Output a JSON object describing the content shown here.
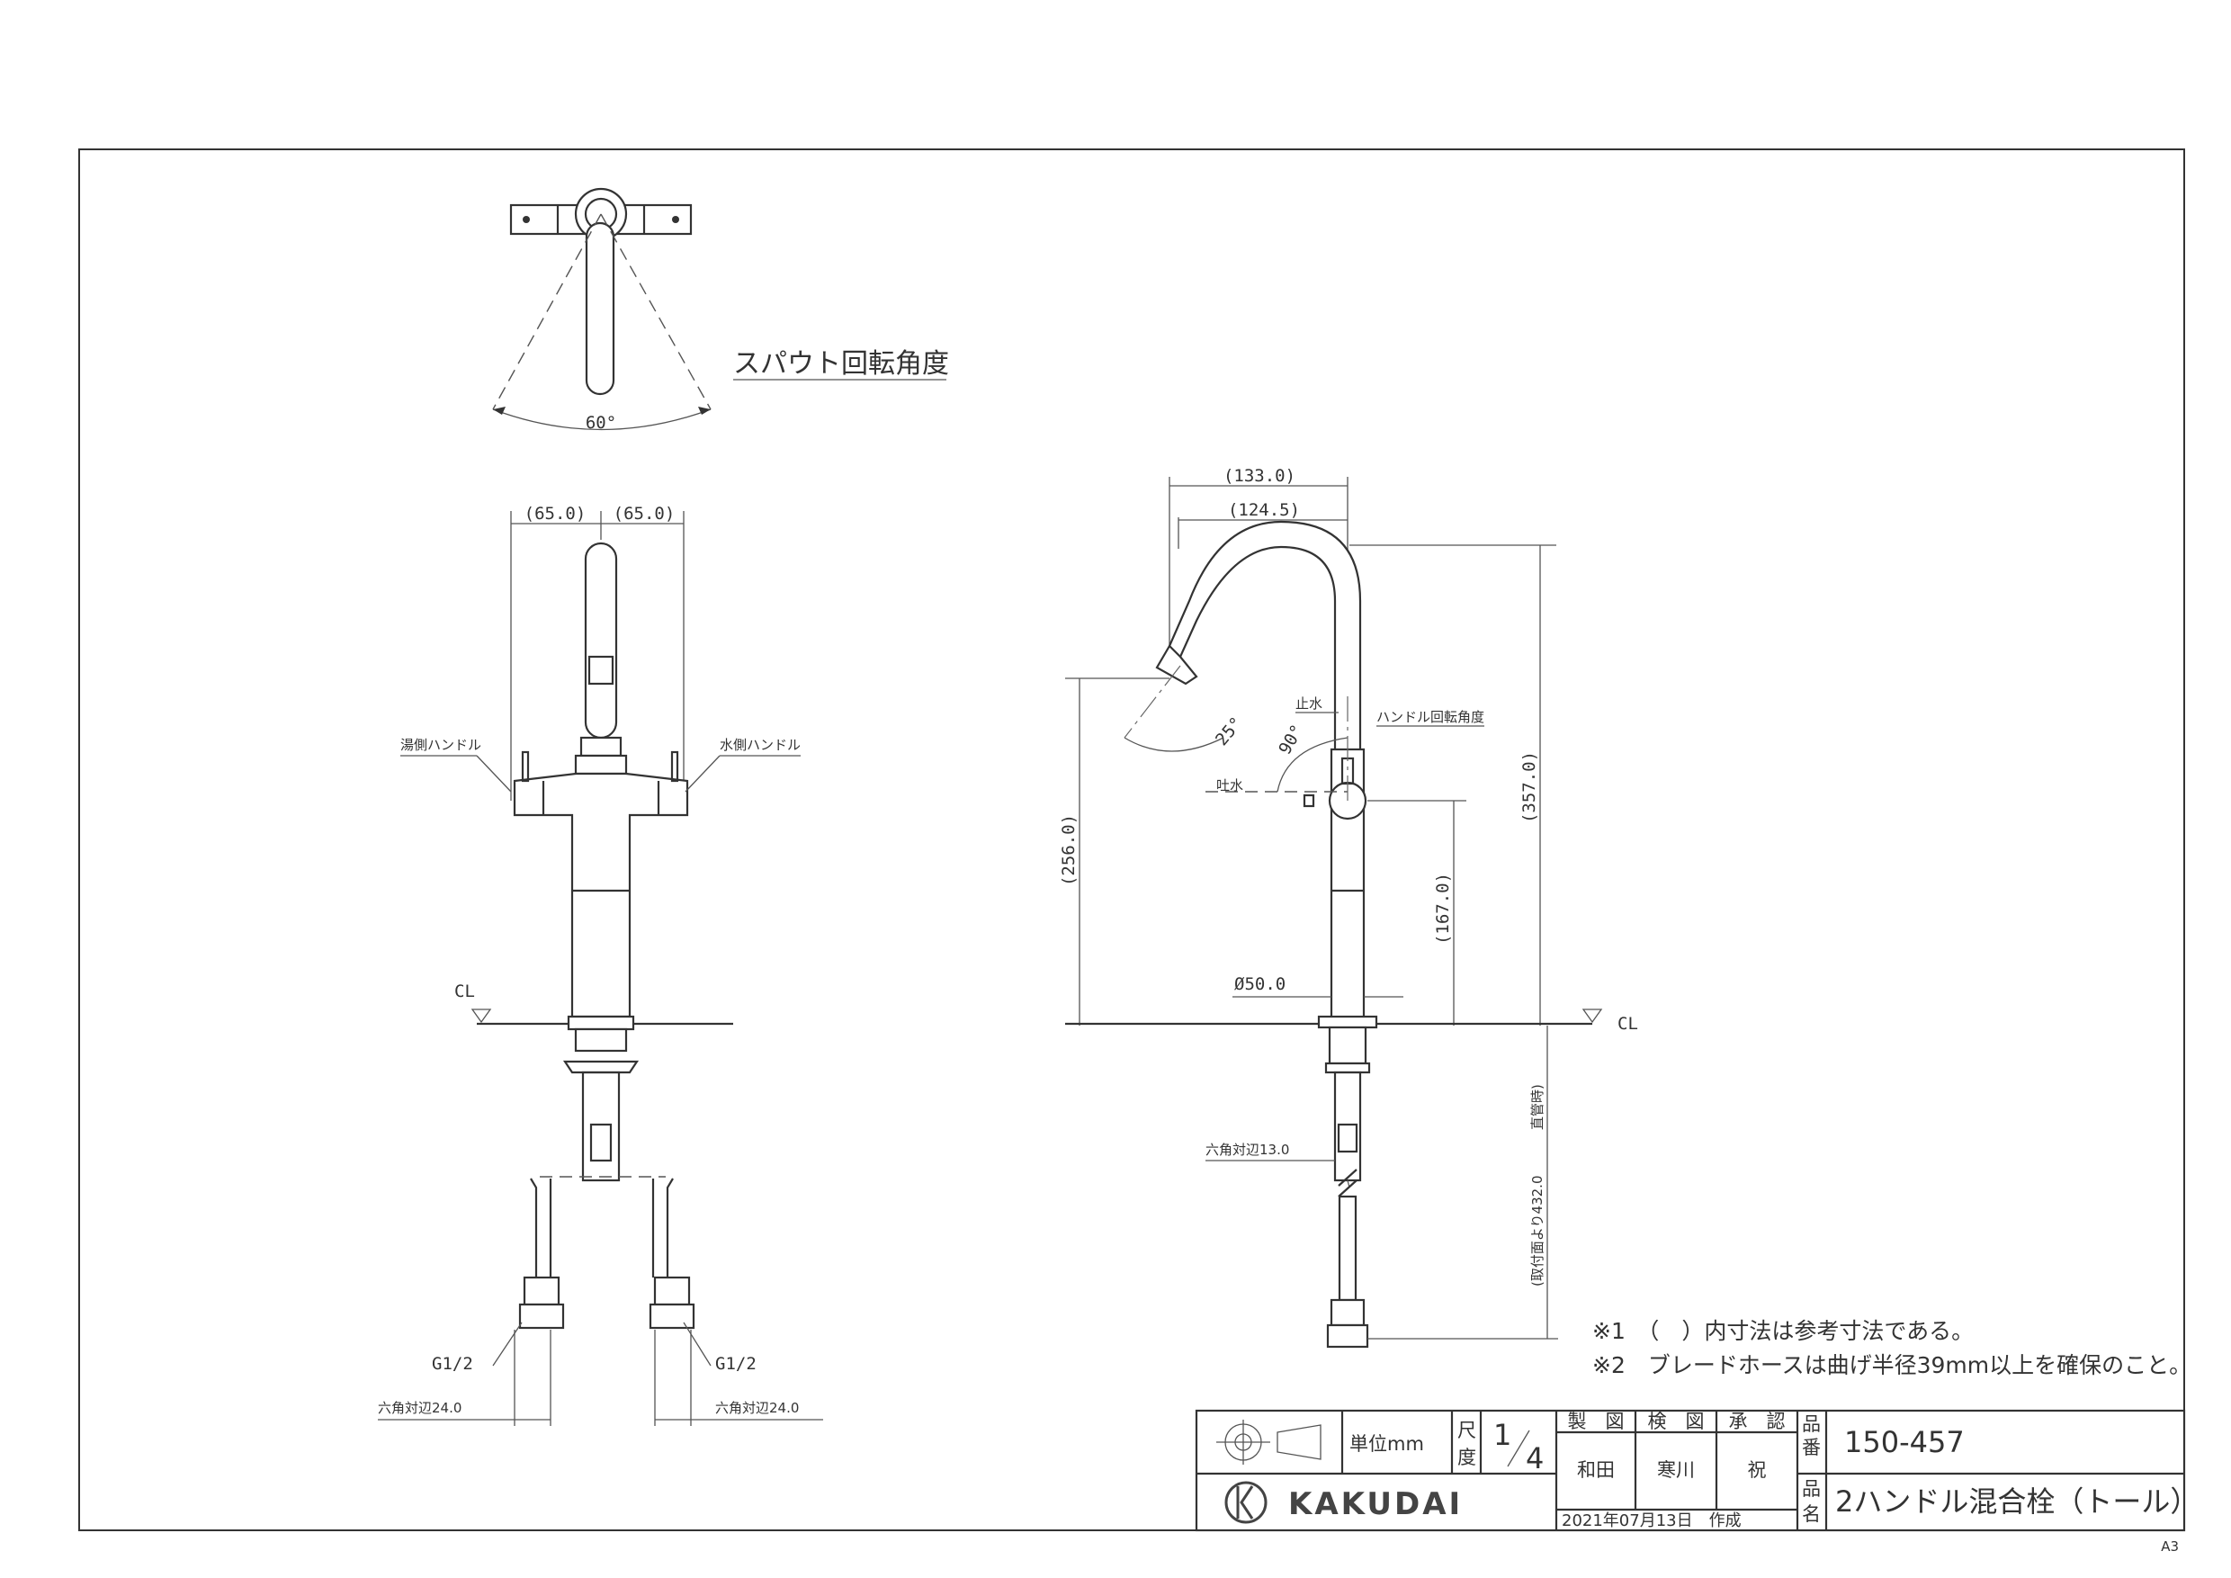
{
  "rotation_view": {
    "title": "スパウト回転角度",
    "angle": "60°"
  },
  "front_view": {
    "dim_left": "(65.0)",
    "dim_right": "(65.0)",
    "hot_handle": "湯側ハンドル",
    "cold_handle": "水側ハンドル",
    "cl": "CL",
    "thread_left": "G1/2",
    "thread_right": "G1/2",
    "hex_left": "六角対辺24.0",
    "hex_right": "六角対辺24.0"
  },
  "side_view": {
    "dim_133": "(133.0)",
    "dim_124": "(124.5)",
    "dim_256": "(256.0)",
    "dim_357": "(357.0)",
    "dim_167": "(167.0)",
    "dim_50": "Ø50.0",
    "angle_25": "25°",
    "angle_90": "90°",
    "stop_water": "止水",
    "discharge": "吐水",
    "handle_angle": "ハンドル回転角度",
    "cl": "CL",
    "hex_13": "六角対辺13.0",
    "hose_dim_a": "(取付面より432.0",
    "hose_dim_b": "直管時)"
  },
  "notes": [
    "※1　（　）内寸法は参考寸法である。",
    "※2　ブレードホースは曲げ半径39mm以上を確保のこと。"
  ],
  "title_block": {
    "unit": "単位mm",
    "scale_label_1": "尺",
    "scale_label_2": "度",
    "scale_num": "1",
    "scale_den": "4",
    "drawn": "製　図",
    "checked": "検　図",
    "approved": "承　認",
    "drawn_name": "和田",
    "checked_name": "寒川",
    "approved_name": "祝",
    "part_no_label_1": "品",
    "part_no_label_2": "番",
    "part_no": "150-457",
    "name_label_1": "品",
    "name_label_2": "名",
    "part_name": "2ハンドル混合栓（トール）",
    "date": "2021年07月13日　作成",
    "company": "KAKUDAI"
  },
  "sheet_size": "A3"
}
